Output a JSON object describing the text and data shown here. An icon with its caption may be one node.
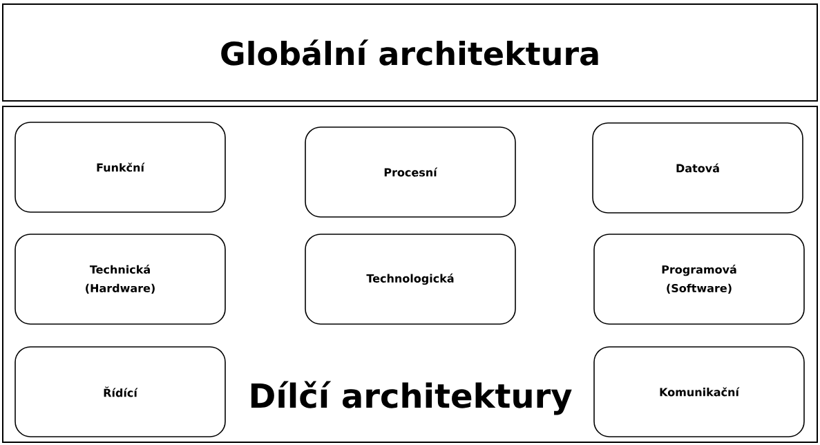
{
  "diagram": {
    "nodes": [
      {
        "text": [
          "Globální architektura"
        ]
      },
      {
        "text": [
          "Dílčí architektury"
        ]
      },
      {
        "text": [
          "Funkční"
        ],
        "in": 1
      },
      {
        "text": [
          "Procesní"
        ],
        "in": 1
      },
      {
        "text": [
          "Datová"
        ],
        "in": 1
      },
      {
        "text": [
          "Technická (Hardware)"
        ],
        "in": 1
      },
      {
        "text": [
          "Technologická"
        ],
        "in": 1
      },
      {
        "text": [
          "Programová (Software)"
        ],
        "in": 1
      },
      {
        "text": [
          "Řídící"
        ],
        "in": 1
      },
      {
        "text": [
          "Komunikační"
        ],
        "in": 1
      }
    ]
  }
}
